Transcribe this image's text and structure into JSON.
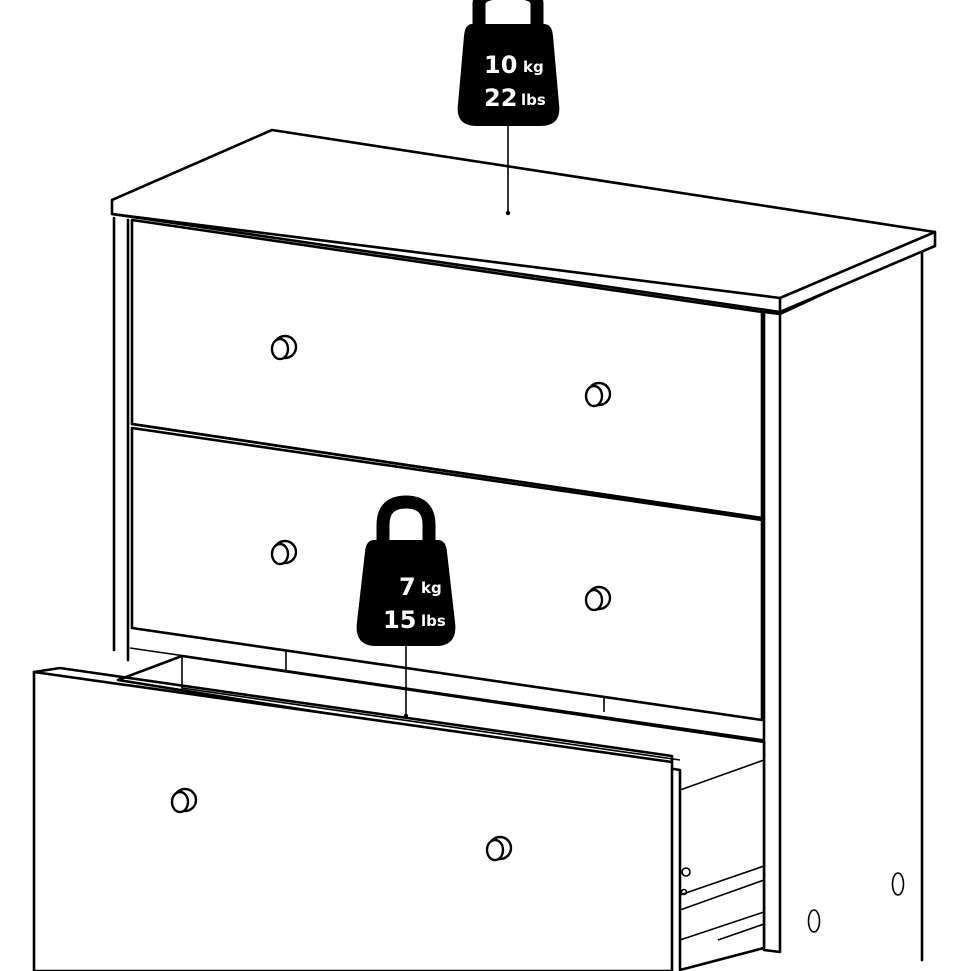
{
  "figure": {
    "subject": "three-drawer-chest",
    "colors": {
      "line": "#000000",
      "background": "#ffffff",
      "weight_fill": "#000000",
      "weight_text": "#ffffff"
    }
  },
  "top_load": {
    "value": "10",
    "unit": "kg",
    "value_alt": "22",
    "unit_alt": "lbs",
    "icon": "weight-icon"
  },
  "drawer_load": {
    "value": "7",
    "unit": "kg",
    "value_alt": "15",
    "unit_alt": "lbs",
    "icon": "weight-icon"
  }
}
